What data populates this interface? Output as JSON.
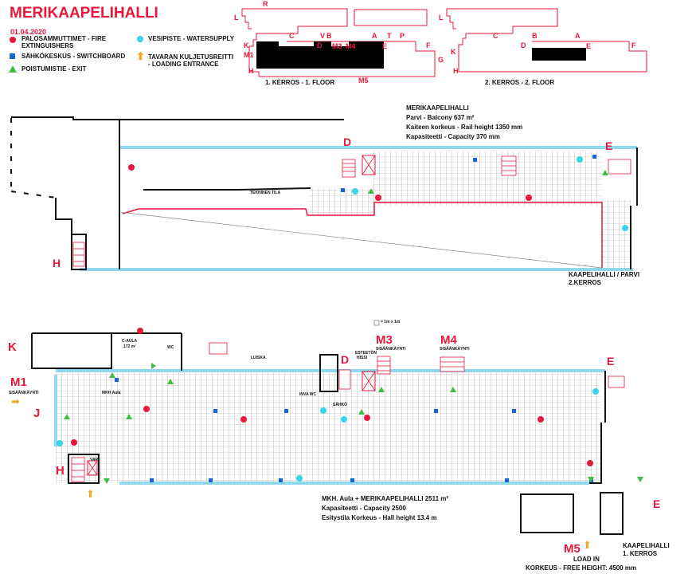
{
  "header": {
    "title": "MERIKAAPELIHALLI",
    "date": "01.04.2020"
  },
  "legend": {
    "extinguishers": "PALOSAMMUTTIMET - FIRE EXTINGUISHERS",
    "switchboard": "SÄHKÖKESKUS - SWITCHBOARD",
    "exit": "POISTUMISTIE - EXIT",
    "water": "VESIPISTE - WATERSUPPLY",
    "loading": "TAVARAN KULJETUSREITTI - LOADING ENTRANCE"
  },
  "colors": {
    "red": "#e8173b",
    "blue": "#1565d8",
    "green": "#3fbf3f",
    "cyan": "#38d4e8",
    "orange": "#f5a623",
    "wall_cyan": "#8fd8ee"
  },
  "keymap": {
    "floor1": {
      "caption": "1. KERROS - 1. FLOOR",
      "letters": [
        "R",
        "L",
        "K",
        "M1",
        "H",
        "C",
        "V",
        "B",
        "D",
        "M3",
        "M4",
        "A",
        "T",
        "P",
        "E",
        "F",
        "G",
        "M5"
      ]
    },
    "floor2": {
      "caption": "2. KERROS - 2. FLOOR",
      "letters": [
        "L",
        "K",
        "H",
        "C",
        "B",
        "D",
        "A",
        "E",
        "F"
      ]
    }
  },
  "upper_plan": {
    "info": [
      "MERIKAAPELIHALLI",
      "Parvi - Balcony 637 m²",
      "Kaiteen korkeus - Rail height 1350 mm",
      "Kapasiteetti - Capacity  370 mm"
    ],
    "marker_d": "D",
    "marker_e": "E",
    "marker_h": "H",
    "room_tekninen": "TEKNINEN TILA",
    "caption": [
      "KAAPELIHALLI / PARVI",
      "2.KERROS"
    ]
  },
  "lower_plan": {
    "scale": "= 1m x 1m",
    "markers": {
      "k": "K",
      "m1": "M1",
      "j": "J",
      "h": "H",
      "d": "D",
      "m3": "M3",
      "m4": "M4",
      "e_top": "E",
      "e_bottom": "E",
      "m5": "M5"
    },
    "entry_label": "SISÄÄNKÄYNTI",
    "m3_sub": "SISÄÄNKÄYNTI",
    "m4_sub": "SISÄÄNKÄYNTI",
    "c_aula": "C-AULA",
    "c_aula_area": "172 m²",
    "wc": "WC",
    "luiska": "LUISKA",
    "mkh_aula": "MKH Aula",
    "esteeton": "ESTEETÖN",
    "hissi": "HISSI",
    "inva_wc": "INVA WC",
    "sahko": "SÄHKÖ",
    "var": "VAR",
    "info": [
      "MKH. Aula + MERIKAAPELIHALLI  2511 m²",
      "Kapasiteetti - Capacity  2500",
      "Esitystila Korkeus - Hall height  13.4 m"
    ],
    "load_in": "LOAD IN",
    "free_height": "KORKEUS - FREE HEIGHT: 4500 mm",
    "caption": [
      "KAAPELIHALLI",
      "1. KERROS"
    ]
  }
}
